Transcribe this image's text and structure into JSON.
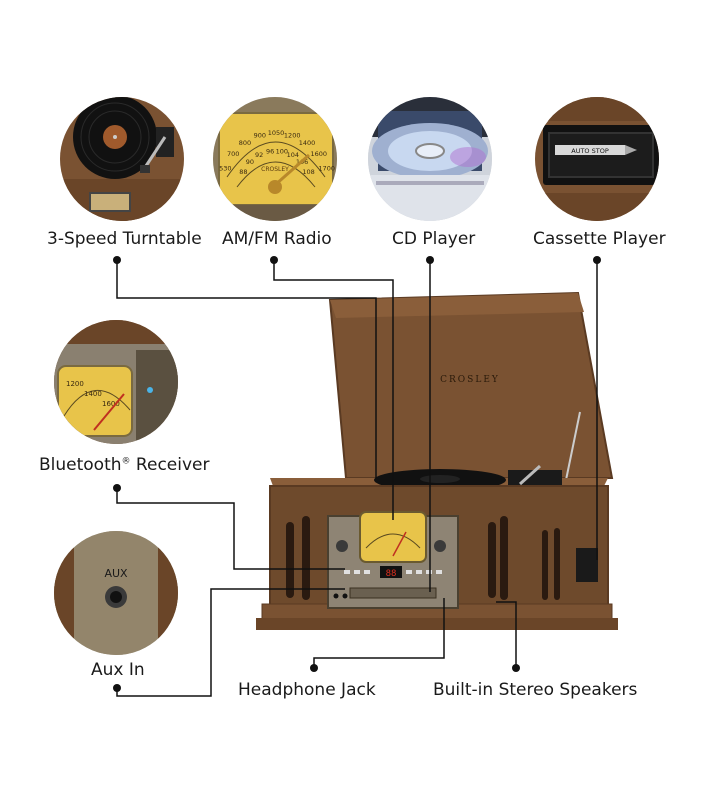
{
  "features": {
    "turntable": "3-Speed Turntable",
    "radio": "AM/FM Radio",
    "cd": "CD Player",
    "cassette": "Cassette Player",
    "bluetooth": "Bluetooth",
    "bluetooth_mark": "®",
    "bluetooth_suffix": " Receiver",
    "aux": "Aux In",
    "headphone": "Headphone Jack",
    "speakers": "Built-in Stereo Speakers"
  },
  "product": {
    "brand": "CROSLEY",
    "aux_port_label": "AUX",
    "cassette_button_label": "AUTO STOP",
    "cd_display": "88"
  },
  "radio_dial": {
    "upper_scale": [
      "530",
      "700",
      "800",
      "900",
      "1050",
      "1200",
      "1400",
      "1600",
      "1700"
    ],
    "lower_scale": [
      "88",
      "90",
      "92",
      "96",
      "100",
      "104",
      "106",
      "108"
    ],
    "brand": "CROSLEY"
  },
  "colors": {
    "wood": "#7a5232",
    "wood_dark": "#5a3a22",
    "dial_yellow": "#e8c44a",
    "record_black": "#111111",
    "lines": "#111111"
  }
}
